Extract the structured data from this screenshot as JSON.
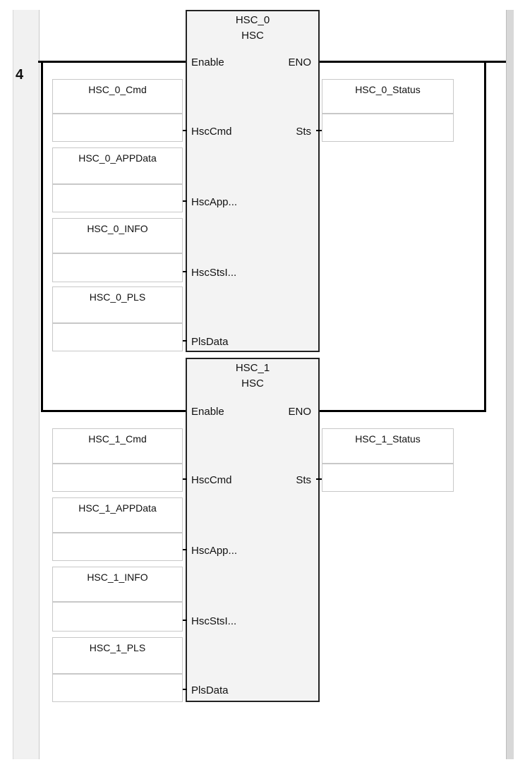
{
  "rung": {
    "number": "4"
  },
  "blocks": [
    {
      "instance": "HSC_0",
      "type": "HSC",
      "enable_label": "Enable",
      "eno_label": "ENO",
      "pins": {
        "cmd": "HscCmd",
        "app": "HscApp...",
        "sts_info": "HscStsI...",
        "pls": "PlsData",
        "sts": "Sts"
      },
      "inputs": {
        "cmd": "HSC_0_Cmd",
        "app": "HSC_0_APPData",
        "info": "HSC_0_INFO",
        "pls": "HSC_0_PLS"
      },
      "output": "HSC_0_Status"
    },
    {
      "instance": "HSC_1",
      "type": "HSC",
      "enable_label": "Enable",
      "eno_label": "ENO",
      "pins": {
        "cmd": "HscCmd",
        "app": "HscApp...",
        "sts_info": "HscStsI...",
        "pls": "PlsData",
        "sts": "Sts"
      },
      "inputs": {
        "cmd": "HSC_1_Cmd",
        "app": "HSC_1_APPData",
        "info": "HSC_1_INFO",
        "pls": "HSC_1_PLS"
      },
      "output": "HSC_1_Status"
    }
  ]
}
